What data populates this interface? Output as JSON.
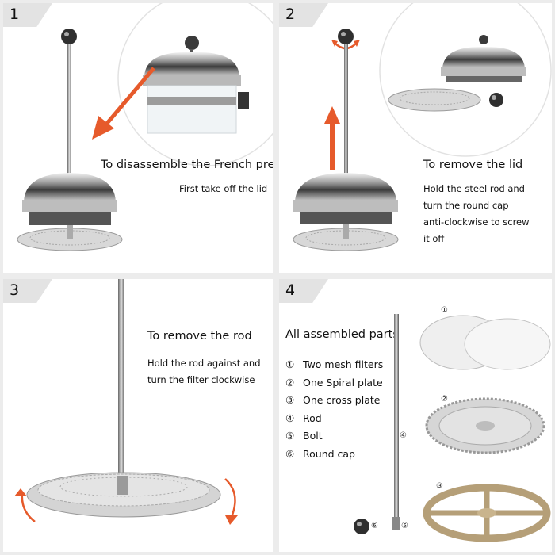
{
  "steps": [
    {
      "number": "1",
      "heading": "To disassemble the French press",
      "body": [
        "First take off the lid"
      ]
    },
    {
      "number": "2",
      "heading": "To remove the lid",
      "body": [
        "Hold the steel rod and",
        "turn the round cap",
        "anti-clockwise to screw",
        "it off"
      ]
    },
    {
      "number": "3",
      "heading": "To remove the rod",
      "body": [
        "Hold the rod against and",
        "turn the filter clockwise"
      ]
    },
    {
      "number": "4",
      "heading": "All assembled parts",
      "parts": [
        {
          "num": "①",
          "label": "Two mesh filters"
        },
        {
          "num": "②",
          "label": "One Spiral plate"
        },
        {
          "num": "③",
          "label": "One cross plate"
        },
        {
          "num": "④",
          "label": "Rod"
        },
        {
          "num": "⑤",
          "label": "Bolt"
        },
        {
          "num": "⑥",
          "label": "Round cap"
        }
      ],
      "image_markers": [
        "①",
        "②",
        "③",
        "④",
        "⑤",
        "⑥"
      ]
    }
  ],
  "colors": {
    "arrow": "#e65a2b",
    "metal": "#8a8c8f",
    "tab": "#e3e3e3"
  }
}
